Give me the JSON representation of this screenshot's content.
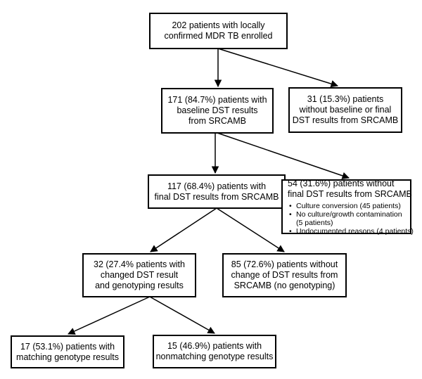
{
  "nodes": {
    "enrolled": [
      "202 patients with locally",
      "confirmed MDR TB enrolled"
    ],
    "baseline": [
      "171 (84.7%) patients with",
      "baseline DST results",
      "from SRCAMB"
    ],
    "no_baseline": [
      "31 (15.3%) patients",
      "without baseline or final",
      "DST results from SRCAMB"
    ],
    "final": [
      "117 (68.4%) patients with",
      "final DST results from SRCAMB"
    ],
    "no_final": {
      "lines": [
        "54 (31.6%) patients without",
        "final DST results from SRCAMB"
      ],
      "reasons": [
        [
          "Culture conversion (45 patients)"
        ],
        [
          "No culture/growth contamination",
          "(5 patients)"
        ],
        [
          "Undocumented reasons (4 patients)"
        ]
      ]
    },
    "changed": [
      "32 (27.4% patients with",
      "changed DST result",
      "and genotyping results"
    ],
    "unchanged": [
      "85 (72.6%) patients without",
      "change of DST results from",
      "SRCAMB (no genotyping)"
    ],
    "matching": [
      "17 (53.1%) patients with",
      "matching genotype results"
    ],
    "nonmatching": [
      "15 (46.9%) patients with",
      "nonmatching genotype results"
    ]
  }
}
